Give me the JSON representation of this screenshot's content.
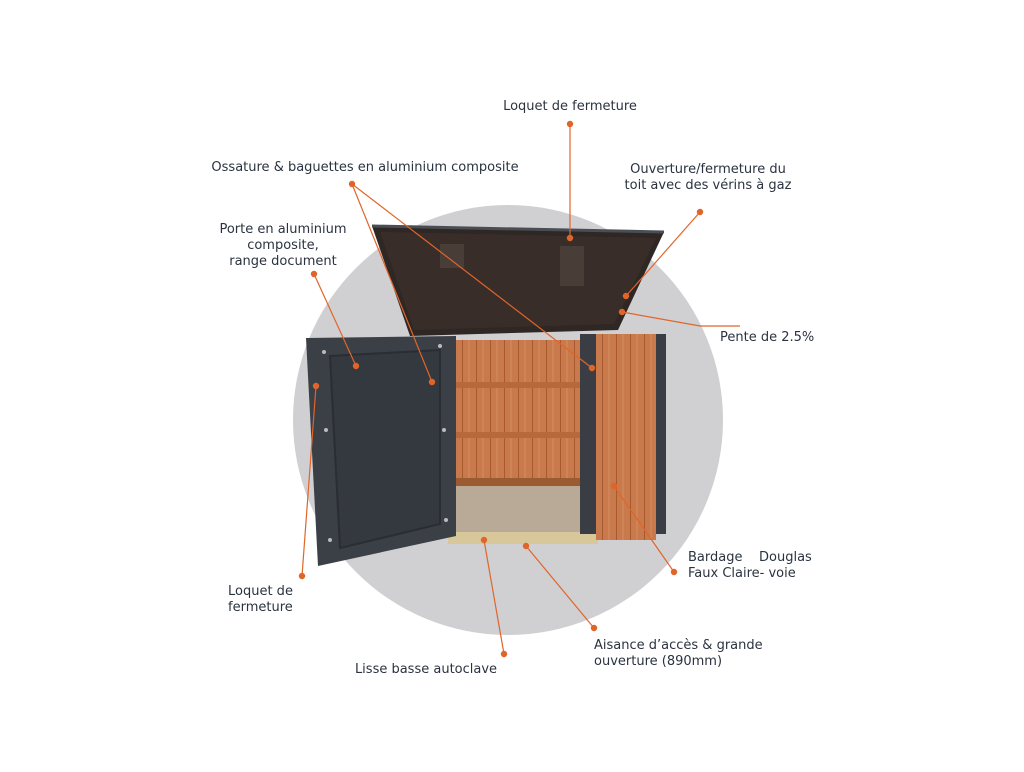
{
  "colors": {
    "accent": "#e0652a",
    "circle": "#d0d0d3",
    "panel_dark": "#3a3e44",
    "wood": "#c9794a",
    "text": "#2b3340"
  },
  "labels": {
    "loquet_top": "Loquet de fermeture",
    "ossature": "Ossature & baguettes en aluminium composite",
    "ouverture": [
      "Ouverture/fermeture du",
      "toit avec des vérins à gaz"
    ],
    "porte": [
      "Porte en aluminium",
      "composite,",
      "range document"
    ],
    "pente": "Pente de 2.5%",
    "bardage": [
      "Bardage    Douglas",
      "Faux Claire- voie"
    ],
    "loquet_left": [
      "Loquet de",
      "fermeture"
    ],
    "aisance": [
      "Aisance d’accès & grande",
      "ouverture (890mm)"
    ],
    "lisse": "Lisse basse autoclave"
  }
}
